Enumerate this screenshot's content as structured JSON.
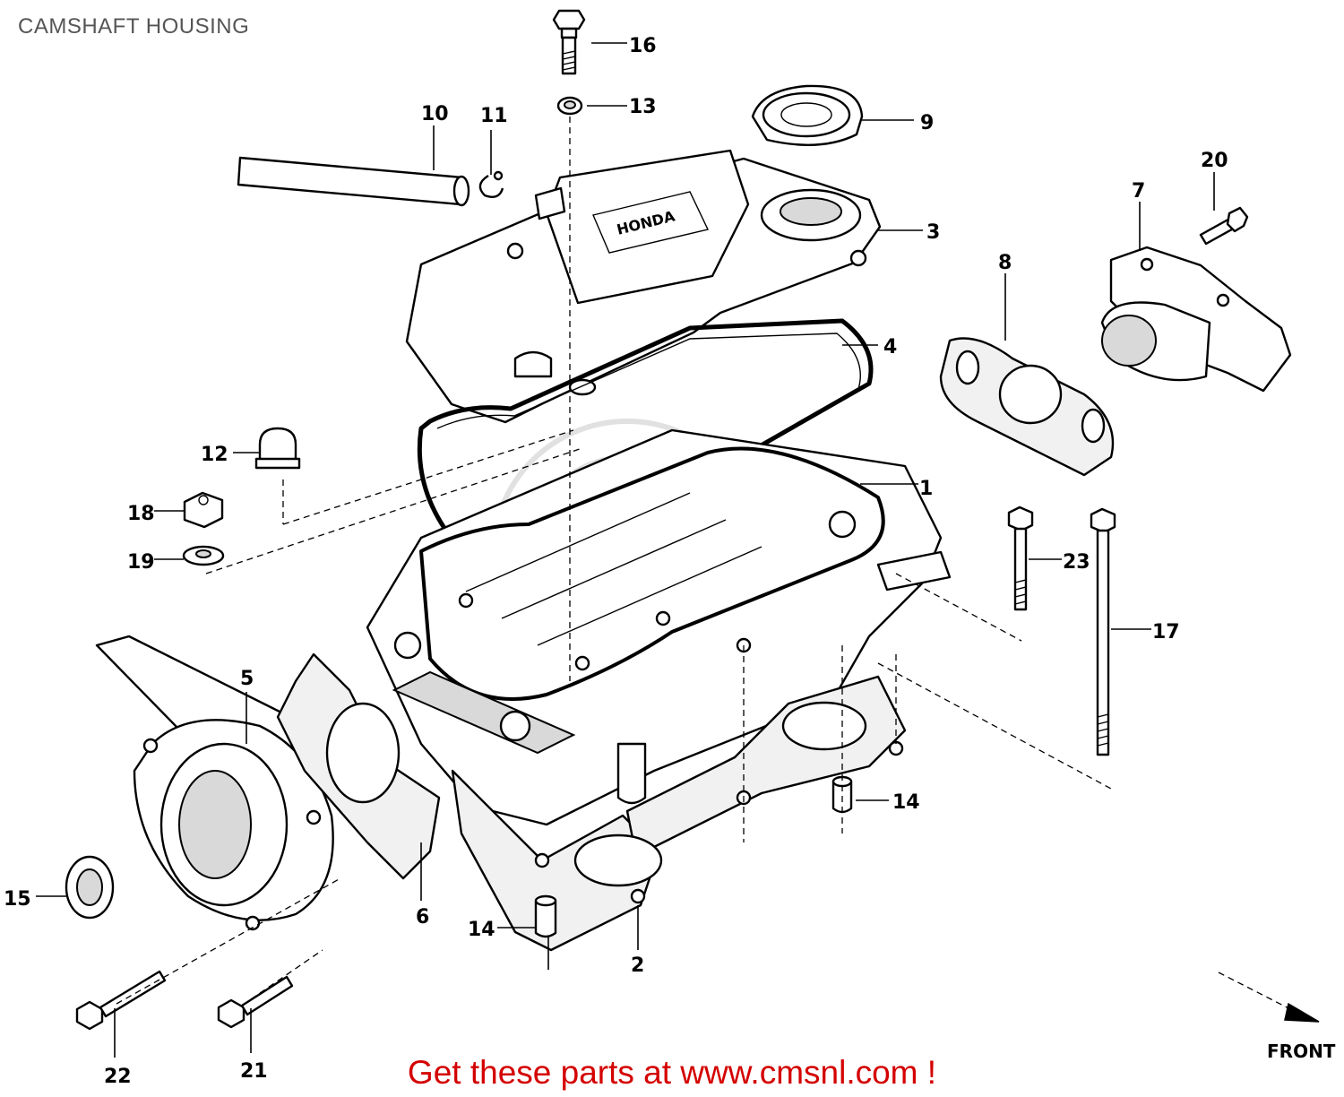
{
  "title": "CAMSHAFT HOUSING",
  "footer": "Get these parts at www.cmsnl.com !",
  "footer_color": "#d40000",
  "front_label": "FRONT",
  "brand_mark": "HONDA",
  "callouts": [
    {
      "id": "c1",
      "label": "1"
    },
    {
      "id": "c2",
      "label": "2"
    },
    {
      "id": "c3",
      "label": "3"
    },
    {
      "id": "c4",
      "label": "4"
    },
    {
      "id": "c5",
      "label": "5"
    },
    {
      "id": "c6",
      "label": "6"
    },
    {
      "id": "c7",
      "label": "7"
    },
    {
      "id": "c8",
      "label": "8"
    },
    {
      "id": "c9",
      "label": "9"
    },
    {
      "id": "c10",
      "label": "10"
    },
    {
      "id": "c11",
      "label": "11"
    },
    {
      "id": "c12",
      "label": "12"
    },
    {
      "id": "c13",
      "label": "13"
    },
    {
      "id": "c14a",
      "label": "14"
    },
    {
      "id": "c14b",
      "label": "14"
    },
    {
      "id": "c15",
      "label": "15"
    },
    {
      "id": "c16",
      "label": "16"
    },
    {
      "id": "c17",
      "label": "17"
    },
    {
      "id": "c18",
      "label": "18"
    },
    {
      "id": "c19",
      "label": "19"
    },
    {
      "id": "c20",
      "label": "20"
    },
    {
      "id": "c21",
      "label": "21"
    },
    {
      "id": "c22",
      "label": "22"
    },
    {
      "id": "c23",
      "label": "23"
    }
  ]
}
